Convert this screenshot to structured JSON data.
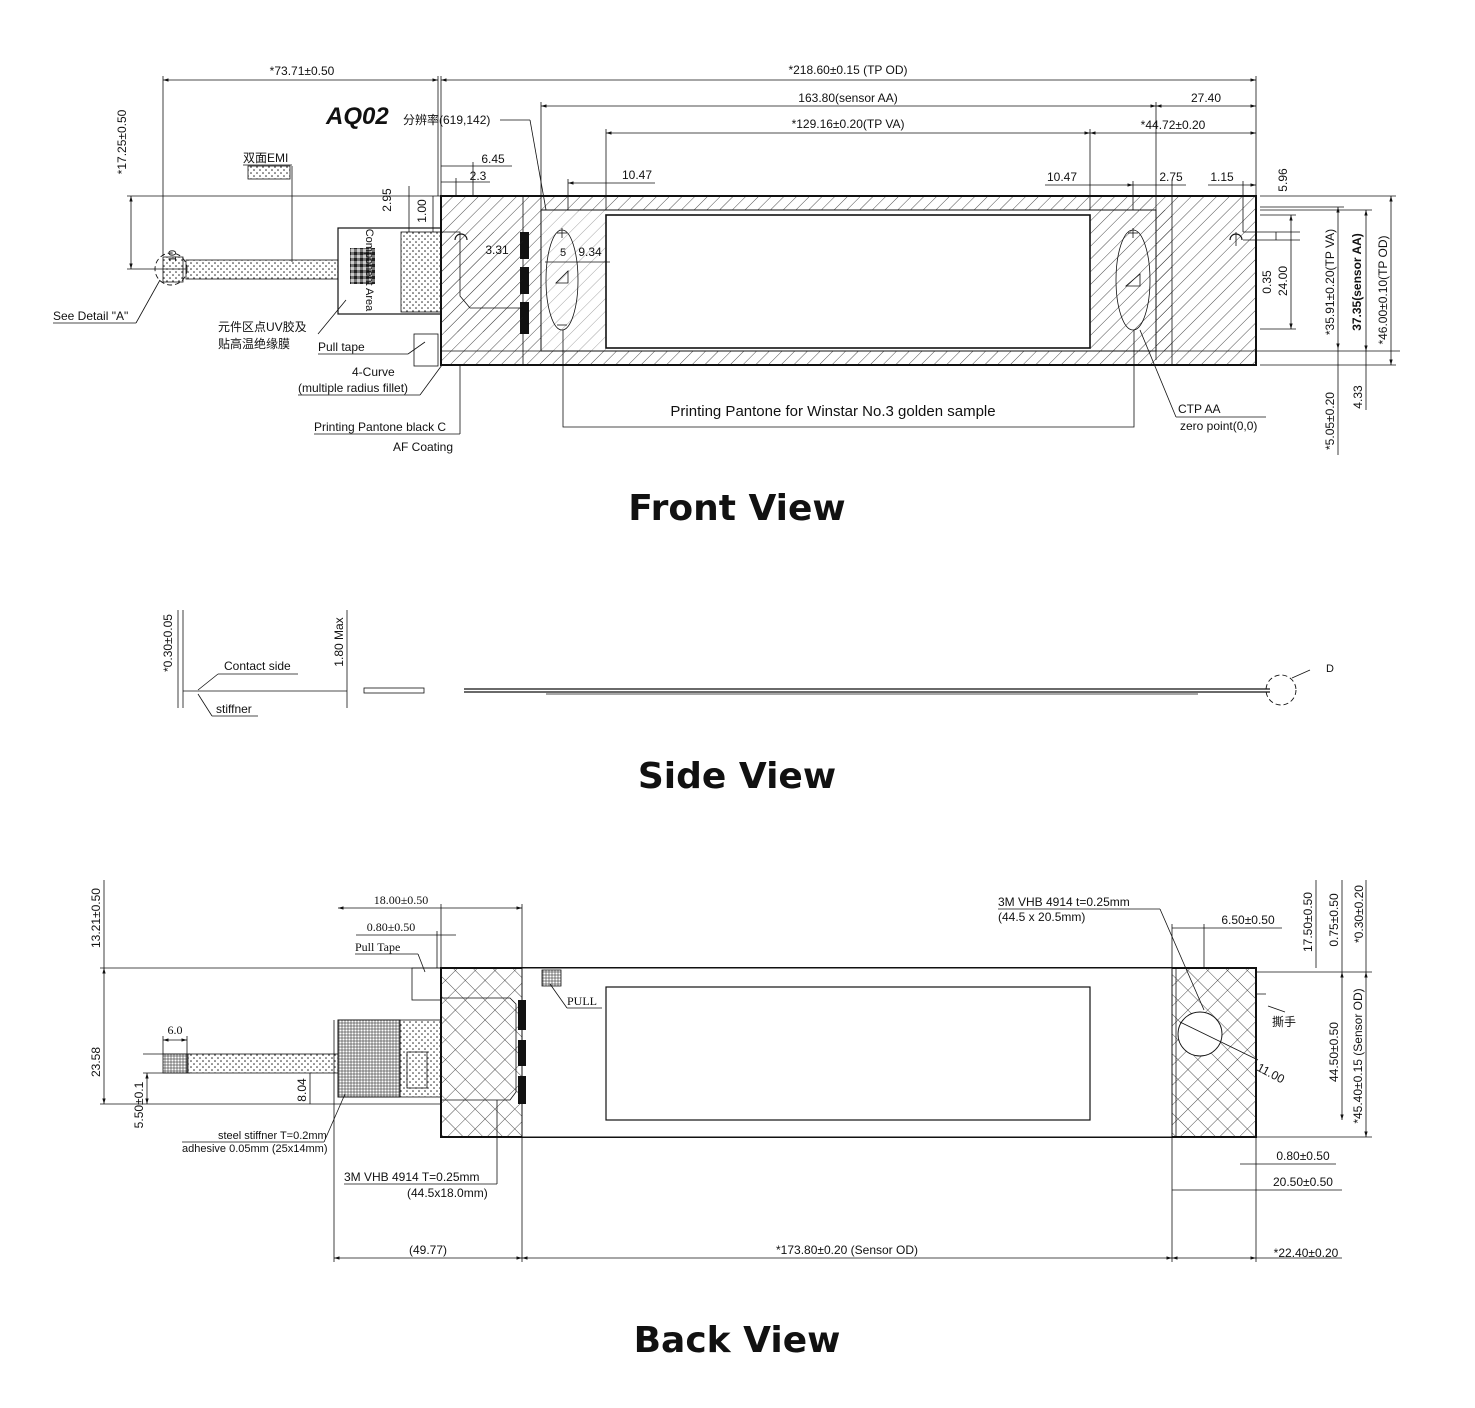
{
  "titles": {
    "front": "Front View",
    "side": "Side View",
    "back": "Back View"
  },
  "front": {
    "model": "AQ02",
    "resolution": "分辨率(619,142)",
    "dims": {
      "overall_left": "*73.71±0.50",
      "tp_od": "*218.60±0.15 (TP OD)",
      "sensor_aa": "163.80(sensor AA)",
      "d_27_40": "27.40",
      "tp_va": "*129.16±0.20(TP VA)",
      "d_44_72": "*44.72±0.20",
      "d_6_45": "6.45",
      "d_2_3": "2.3",
      "d_10_47_left": "10.47",
      "d_10_47_right": "10.47",
      "d_2_75": "2.75",
      "d_1_15": "1.15",
      "d_5_96": "5.96",
      "d_2_95": "2.95",
      "d_1_00": "1.00",
      "d_3_31": "3.31",
      "d_5": "5",
      "d_9_34": "9.34",
      "d_17_25": "*17.25±0.50",
      "d_10": "10",
      "d_0_35": "0.35",
      "d_24_00": "24.00",
      "tp_va_v": "*35.91±0.20(TP VA)",
      "sensor_aa_v": "37.35(sensor AA)",
      "tp_od_v": "*46.00±0.10(TP OD)",
      "d_4_33": "4.33",
      "d_5_05": "*5.05±0.20"
    },
    "labels": {
      "emi": "双面EMI",
      "component_area": "Component Area",
      "see_detail": "See Detail \"A\"",
      "uv_glue_1": "元件区点UV胶及",
      "uv_glue_2": "贴高温绝缘膜",
      "pull_tape": "Pull   tape",
      "curve_1": "4-Curve",
      "curve_2": "(multiple radius fillet)",
      "printing_black": "Printing Pantone black C",
      "af_coating": "AF Coating",
      "printing_golden": "Printing Pantone for Winstar No.3 golden sample",
      "ctp_aa": "CTP AA",
      "zero_point": "zero point(0,0)"
    }
  },
  "side": {
    "d_0_30": "*0.30±0.05",
    "d_1_80": "1.80 Max",
    "contact_side": "Contact side",
    "stiffner": "stiffner",
    "detail_d": "D"
  },
  "back": {
    "dims": {
      "d_13_21": "13.21±0.50",
      "d_18_00": "18.00±0.50",
      "d_0_80_top": "0.80±0.50",
      "d_6_0": "6.0",
      "d_23_58": "23.58",
      "d_8_04": "8.04",
      "d_5_50": "5.50±0.1",
      "d_6_50": "6.50±0.50",
      "d_17_50": "17.50±0.50",
      "d_0_75": "0.75±0.50",
      "d_0_30": "*0.30±0.20",
      "d_44_50": "44.50±0.50",
      "d_45_40": "*45.40±0.15 (Sensor OD)",
      "d_11_00": "11.00",
      "d_0_80_right": "0.80±0.50",
      "d_20_50": "20.50±0.50",
      "d_49_77": "(49.77)",
      "d_173_80": "*173.80±0.20 (Sensor OD)",
      "d_22_40": "*22.40±0.20"
    },
    "labels": {
      "pull_tape": "Pull Tape",
      "pull": "PULL",
      "tear": "撕手",
      "vhb_right_1": "3M VHB 4914 t=0.25mm",
      "vhb_right_2": "(44.5 x 20.5mm)",
      "stiffner_1": "steel stiffner T=0.2mm",
      "stiffner_2": "adhesive 0.05mm (25x14mm)",
      "vhb_left_1": "3M VHB 4914  T=0.25mm",
      "vhb_left_2": "(44.5x18.0mm)"
    }
  }
}
